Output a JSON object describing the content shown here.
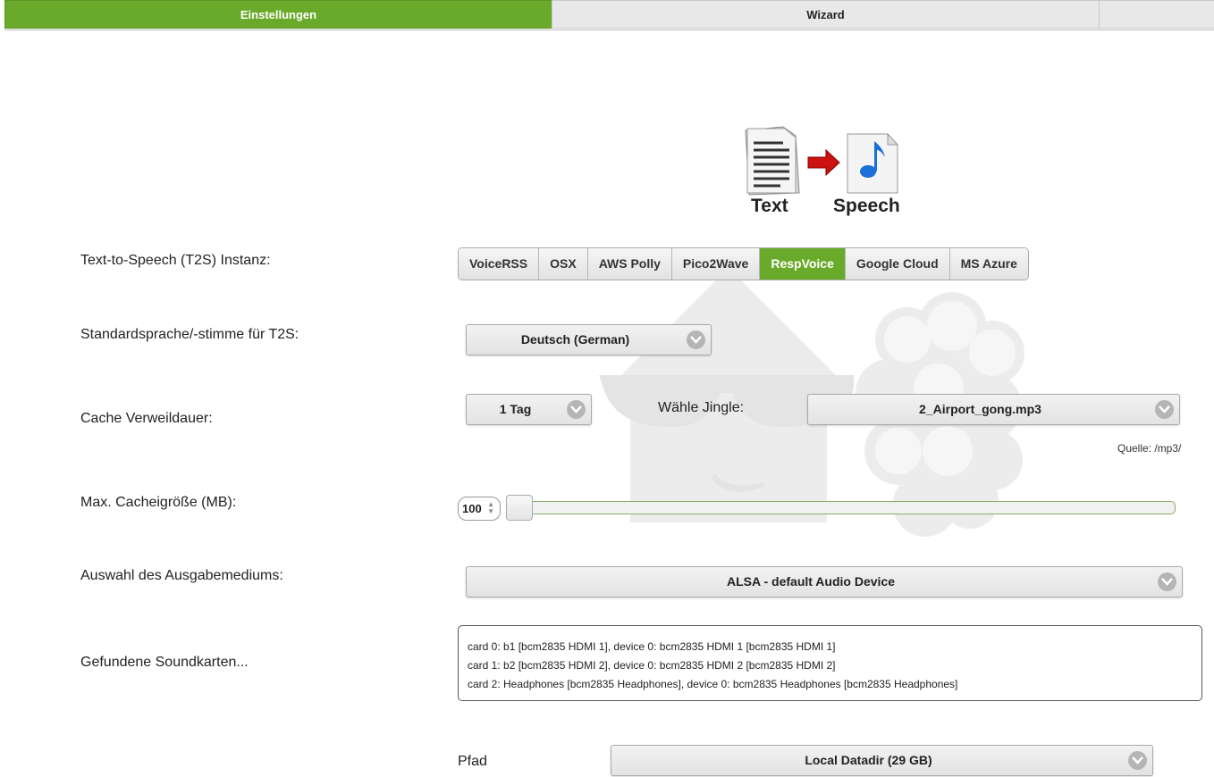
{
  "top_tabs": {
    "settings": "Einstellungen",
    "wizard": "Wizard"
  },
  "logo": {
    "text_word": "Text",
    "speech_word": "Speech"
  },
  "t2s_instance": {
    "label": "Text-to-Speech (T2S) Instanz:",
    "options": [
      "VoiceRSS",
      "OSX",
      "AWS Polly",
      "Pico2Wave",
      "RespVoice",
      "Google Cloud",
      "MS Azure"
    ],
    "selected": "RespVoice"
  },
  "language": {
    "label": "Standardsprache/-stimme für T2S:",
    "value": "Deutsch (German)"
  },
  "cache": {
    "label": "Cache Verweildauer:",
    "value": "1 Tag"
  },
  "jingle": {
    "label": "Wähle Jingle:",
    "value": "2_Airport_gong.mp3",
    "source": "Quelle:  /mp3/"
  },
  "cache_size": {
    "label": "Max. Cacheigröße (MB):",
    "value": "100"
  },
  "output": {
    "label": "Auswahl des Ausgabemediums:",
    "value": "ALSA - default Audio Device"
  },
  "soundcards": {
    "label": "Gefundene Soundkarten...",
    "lines": [
      "card 0: b1 [bcm2835 HDMI 1], device 0: bcm2835 HDMI 1 [bcm2835 HDMI 1]",
      "card 1: b2 [bcm2835 HDMI 2], device 0: bcm2835 HDMI 2 [bcm2835 HDMI 2]",
      "card 2: Headphones [bcm2835 Headphones], device 0: bcm2835 Headphones [bcm2835 Headphones]"
    ]
  },
  "path": {
    "label": "Pfad",
    "value": "Local Datadir (29 GB)"
  },
  "colors": {
    "accent": "#6aaa2a"
  }
}
